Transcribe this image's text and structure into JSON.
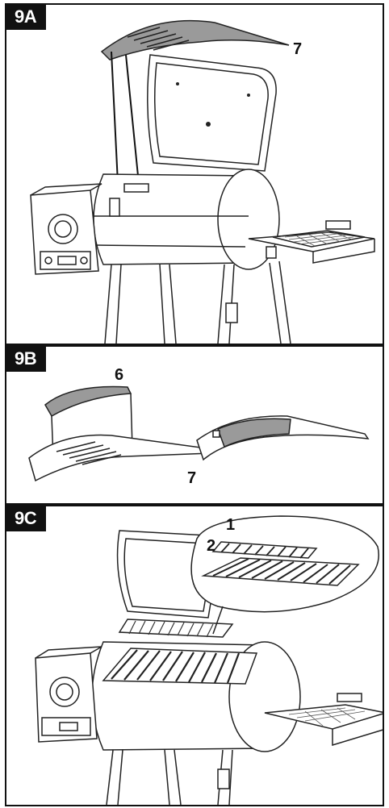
{
  "panels": [
    {
      "id": "9A",
      "label": "9A",
      "callouts": [
        "7"
      ]
    },
    {
      "id": "9B",
      "label": "9B",
      "callouts": [
        "6",
        "7"
      ]
    },
    {
      "id": "9C",
      "label": "9C",
      "callouts": [
        "1",
        "2"
      ]
    }
  ],
  "colors": {
    "border": "#111111",
    "shield_gray": "#9a9a9a",
    "tag_bg": "#111111",
    "tag_text": "#ffffff"
  }
}
